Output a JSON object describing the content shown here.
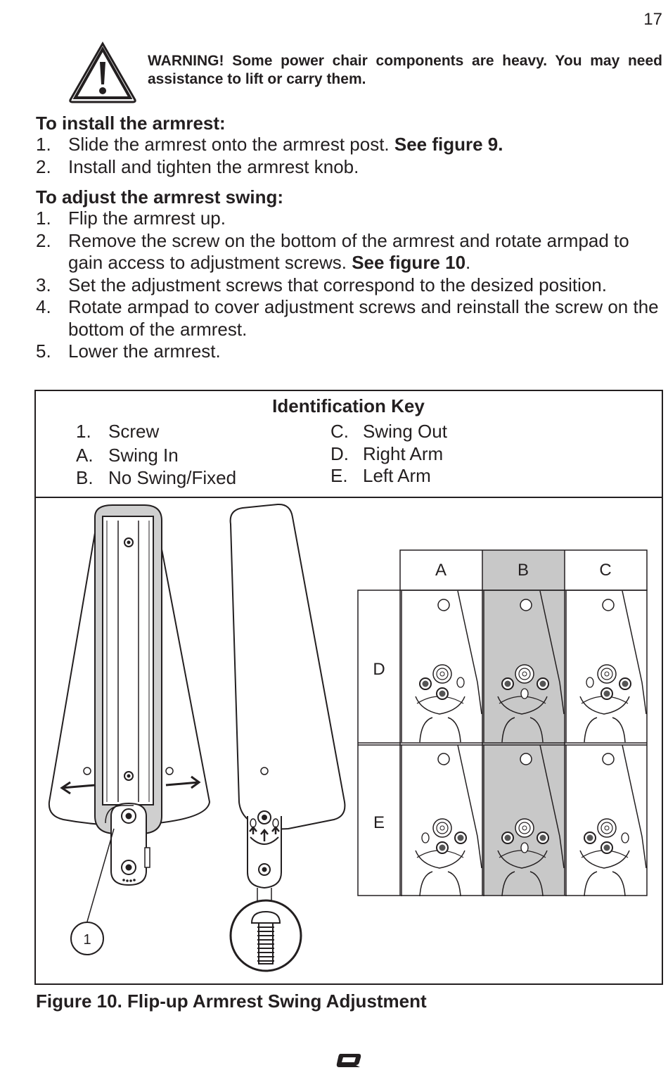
{
  "page": {
    "number": "17"
  },
  "warning": {
    "icon": "warning-triangle-icon",
    "text": "WARNING! Some power chair components are heavy.  You may need assistance to lift or carry them."
  },
  "install": {
    "heading": "To install the armrest:",
    "steps": [
      {
        "num": "1.",
        "text": "Slide the armrest onto the armrest post. ",
        "bold": "See figure 9.",
        "after": ""
      },
      {
        "num": "2.",
        "text": "Install and tighten the armrest knob.",
        "bold": "",
        "after": ""
      }
    ]
  },
  "adjust": {
    "heading": "To adjust the armrest swing:",
    "steps": [
      {
        "num": "1.",
        "text": "Flip the armrest up.",
        "bold": "",
        "after": ""
      },
      {
        "num": "2.",
        "text": "Remove the screw on the bottom of the armrest and rotate armpad to gain access to adjustment screws. ",
        "bold": "See figure 10",
        "after": "."
      },
      {
        "num": "3.",
        "text": "Set the adjustment screws that correspond to the desized position.",
        "bold": "",
        "after": ""
      },
      {
        "num": "4.",
        "text": "Rotate armpad to cover adjustment screws and reinstall the screw on the bottom of the armrest.",
        "bold": "",
        "after": ""
      },
      {
        "num": "5.",
        "text": "Lower the armrest.",
        "bold": "",
        "after": ""
      }
    ]
  },
  "key": {
    "title": "Identification Key",
    "items": [
      {
        "k": "1.",
        "label": "Screw"
      },
      {
        "k": "A.",
        "label": "Swing In"
      },
      {
        "k": "B.",
        "label": "No Swing/Fixed"
      },
      {
        "k": "C.",
        "label": "Swing Out"
      },
      {
        "k": "D.",
        "label": "Right Arm"
      },
      {
        "k": "E.",
        "label": "Left Arm"
      }
    ]
  },
  "grid": {
    "columns": [
      "A",
      "B",
      "C"
    ],
    "rows": [
      "D",
      "E"
    ],
    "highlight_column": "B",
    "highlight_color": "#c8c8c8"
  },
  "callout": "1",
  "caption": "Figure 10. Flip-up Armrest Swing Adjustment",
  "brand_logo": "q-logo-icon"
}
